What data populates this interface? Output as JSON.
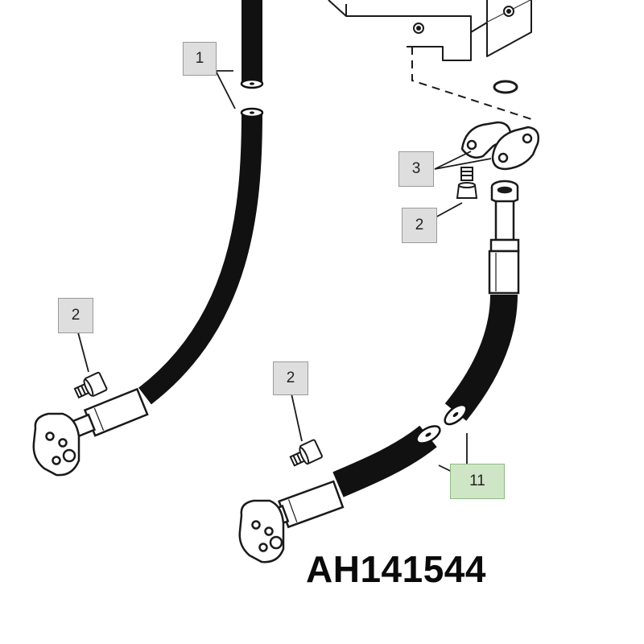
{
  "diagram": {
    "callouts": [
      {
        "id": "c1",
        "label": "1",
        "highlight": false
      },
      {
        "id": "c3",
        "label": "3",
        "highlight": false
      },
      {
        "id": "c2a",
        "label": "2",
        "highlight": false
      },
      {
        "id": "c2b",
        "label": "2",
        "highlight": false
      },
      {
        "id": "c2c",
        "label": "2",
        "highlight": false
      },
      {
        "id": "c11",
        "label": "11",
        "highlight": true
      }
    ],
    "part_number": "AH141544",
    "colors": {
      "callout_fill": "#dedede",
      "callout_highlight_fill": "#cfe6c6",
      "hose": "#111111",
      "line": "#1a1a1a"
    }
  }
}
